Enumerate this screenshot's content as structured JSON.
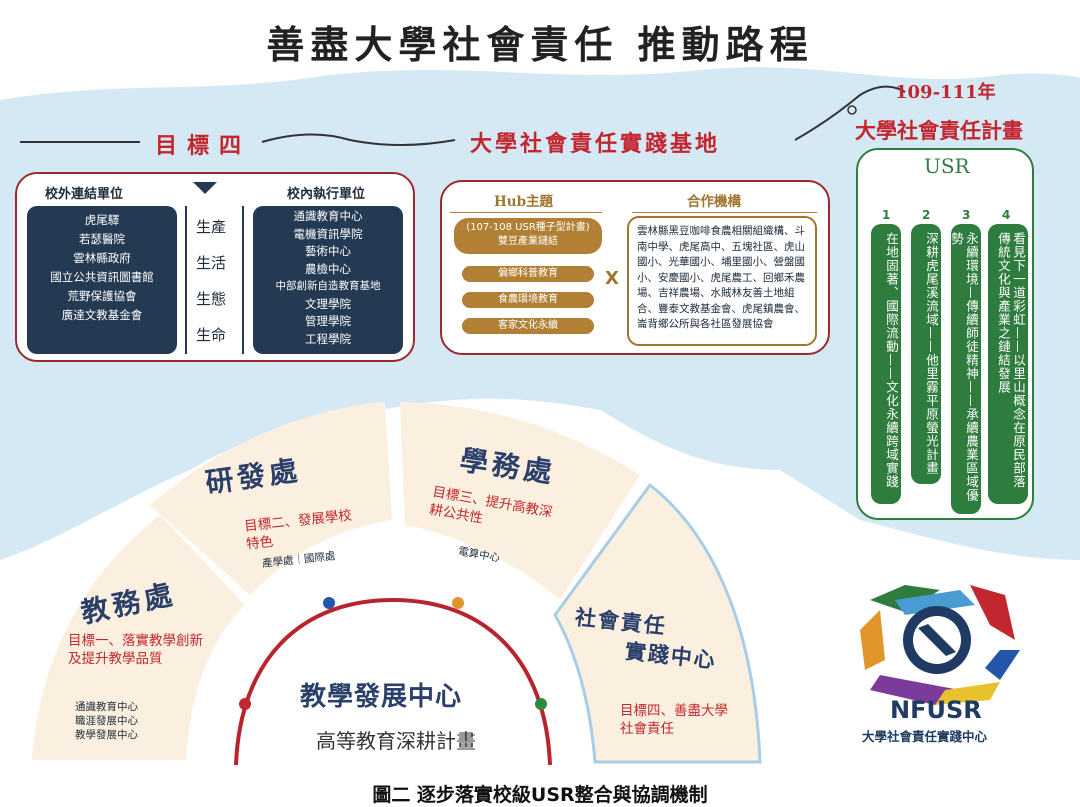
{
  "title": "善盡大學社會責任  推動路程",
  "goal_four_heading": "目標四",
  "base_heading": "大學社會責任實踐基地",
  "plan_years": "109-111年",
  "plan_heading": "大學社會責任計畫",
  "left_box": {
    "external_header": "校外連結單位",
    "external_units": [
      "虎尾驛",
      "若瑟醫院",
      "雲林縣政府",
      "國立公共資訊圖書館",
      "荒野保護協會",
      "廣達文教基金會"
    ],
    "aims": [
      "生產",
      "生活",
      "生態",
      "生命"
    ],
    "internal_header": "校內執行單位",
    "internal_units": [
      "通識教育中心",
      "電機資訊學院",
      "藝術中心",
      "農檢中心",
      "中部創新自造教育基地",
      "文理學院",
      "管理學院",
      "工程學院"
    ]
  },
  "hub_box": {
    "hub_header": "Hub主題",
    "partner_header": "合作機構",
    "hub_main_line1": "(107-108 USR種子型計畫)",
    "hub_main_line2": "雙豆產業鏈結",
    "hub_items": [
      "偏鄉科普教育",
      "食農環境教育",
      "客家文化永續"
    ],
    "cross": "X",
    "partners_text": "雲林縣黑豆咖啡食農相關組織構、斗南中學、虎尾高中、五塊社區、虎山國小、光華國小、埔里國小、營盤國小、安慶國小、虎尾農工、回鄉禾農場、吉祥農場、水賊林友善土地組合、豐泰文教基金會、虎尾鎮農會、崙背鄉公所與各社區發展協會"
  },
  "usr_box": {
    "label": "USR",
    "items": [
      {
        "num": "1",
        "text": "在地固著、國際流動——文化永續跨域實踐"
      },
      {
        "num": "2",
        "text": "深耕虎尾溪流域——他里霧平原螢光計畫"
      },
      {
        "num": "3",
        "text": "永續環境—傳續師徒精神——承續農業區域優勢"
      },
      {
        "num": "4",
        "text": "看見下一道彩虹——以里山概念在原民部落傳統文化與產業之鏈結發展"
      }
    ]
  },
  "units": {
    "academic_affairs": {
      "name": "教務處",
      "goal": "目標一、落實教學創新及提升教學品質",
      "sub": [
        "通識教育中心",
        "職涯發展中心",
        "教學發展中心"
      ]
    },
    "research": {
      "name": "研發處",
      "goal": "目標二、發展學校特色",
      "sub": [
        "產學處｜國際處"
      ]
    },
    "student_affairs": {
      "name": "學務處",
      "goal": "目標三、提升高教深耕公共性",
      "sub": [
        "電算中心"
      ]
    },
    "usr_center": {
      "name_line1": "社會責任",
      "name_line2": "實踐中心",
      "goal": "目標四、善盡大學社會責任"
    },
    "teaching_center": {
      "name": "教學發展中心",
      "plan": "高等教育深耕計畫"
    }
  },
  "logo": {
    "text": "NFUSR",
    "subtitle": "大學社會責任實踐中心"
  },
  "caption": "圖二 逐步落實校級USR整合與協調機制",
  "colors": {
    "navy": "#233a52",
    "red": "#c2262e",
    "gold": "#b28035",
    "green": "#2e7d3e",
    "sky": "#d5e9f5",
    "cream": "#fbf0df"
  }
}
